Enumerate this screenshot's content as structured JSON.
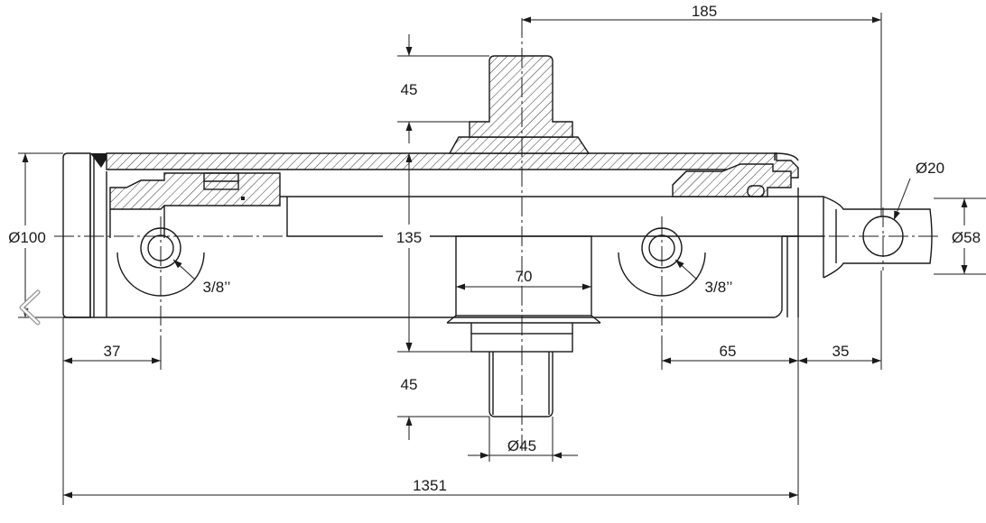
{
  "dimensions": {
    "top_offset": "185",
    "pin_height_top": "45",
    "pin_height_bottom": "45",
    "diameter_bore": "Ø100",
    "center_distance": "135",
    "trunnion_width": "70",
    "diameter_rod_eye": "Ø58",
    "diameter_pin_hole": "Ø20",
    "port_left": "3/8’’",
    "port_right": "3/8’’",
    "left_offset": "37",
    "right_offset": "65",
    "eye_offset": "35",
    "diameter_pin": "Ø45",
    "total_length": "1351"
  },
  "icons": {
    "nav_prev": "chevron-left-icon"
  }
}
